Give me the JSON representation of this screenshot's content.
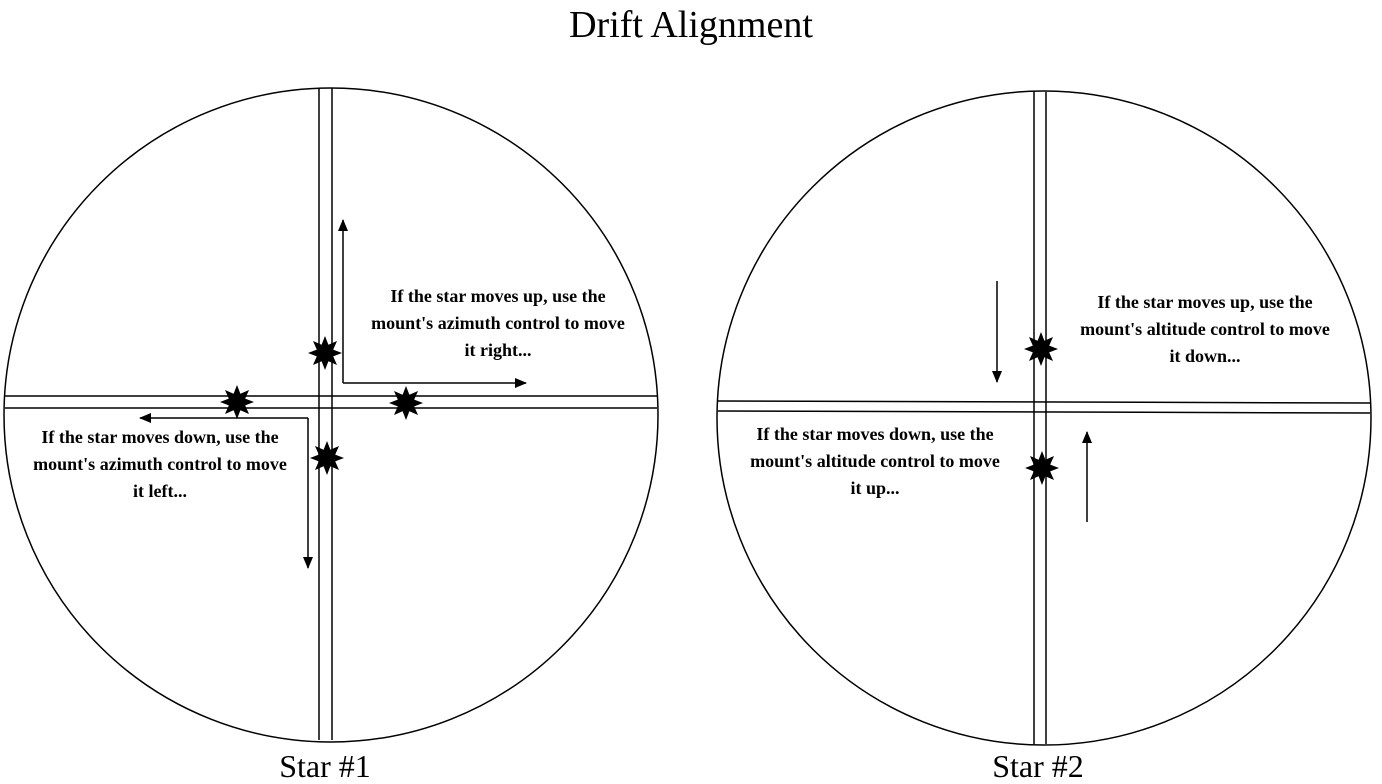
{
  "title": "Drift Alignment",
  "colors": {
    "stroke": "#000000",
    "background": "#ffffff"
  },
  "star_1": {
    "label": "Star #1",
    "note_up": "If the star moves up, use the\nmount's azimuth control to move\nit right...",
    "note_down": "If the star moves down, use the\nmount's azimuth control to move\nit left..."
  },
  "star_2": {
    "label": "Star #2",
    "note_up": "If the star moves up, use the\nmount's altitude control to move\nit down...",
    "note_down": "If the star moves down, use the\nmount's altitude control to move\nit up..."
  },
  "icons": {
    "star_marker": "eight-point-star-icon",
    "arrow": "arrow-icon"
  }
}
